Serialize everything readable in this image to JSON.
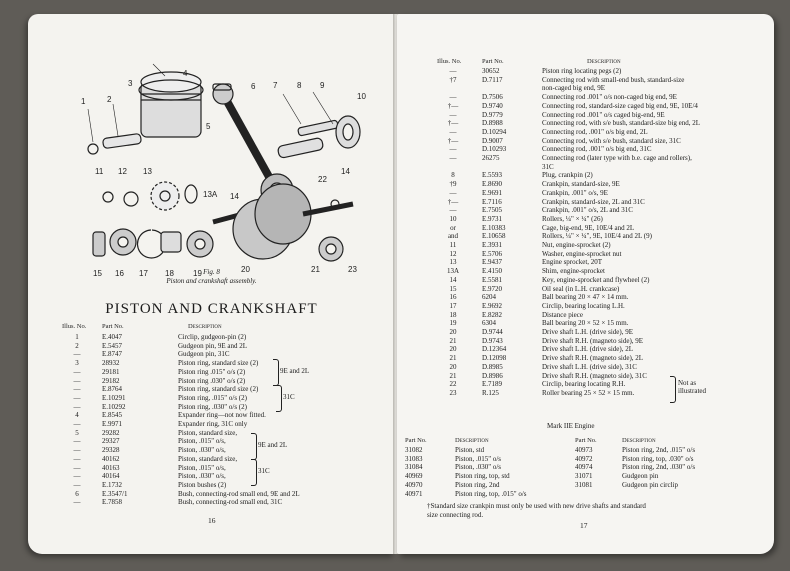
{
  "left_page": {
    "figure": {
      "caption_num": "Fig. 8",
      "caption": "Piston and crankshaft assembly.",
      "callouts": [
        "1",
        "2",
        "3",
        "4",
        "5",
        "6",
        "7",
        "8",
        "9",
        "10",
        "11",
        "12",
        "13",
        "13A",
        "14",
        "14",
        "15",
        "16",
        "17",
        "18",
        "19",
        "20",
        "21",
        "22",
        "23"
      ]
    },
    "title": "PISTON AND CRANKSHAFT",
    "headers": {
      "illus": "Illus. No.",
      "part": "Part No.",
      "desc": "Description"
    },
    "rows": [
      {
        "illus": "1",
        "part": "E.4047",
        "desc": "Circlip, gudgeon-pin (2)"
      },
      {
        "illus": "2",
        "part": "E.5457",
        "desc": "Gudgeon pin, 9E and 2L"
      },
      {
        "illus": "—",
        "part": "E.8747",
        "desc": "Gudgeon pin, 31C"
      },
      {
        "illus": "3",
        "part": "28932",
        "desc": "Piston ring, standard size (2)"
      },
      {
        "illus": "—",
        "part": "29181",
        "desc": "Piston ring .015\" o/s (2)"
      },
      {
        "illus": "—",
        "part": "29182",
        "desc": "Piston ring .030\" o/s (2)"
      },
      {
        "illus": "—",
        "part": "E.8764",
        "desc": "Piston ring, standard size (2)"
      },
      {
        "illus": "—",
        "part": "E.10291",
        "desc": "Piston ring, .015\" o/s (2)"
      },
      {
        "illus": "—",
        "part": "E.10292",
        "desc": "Piston ring, .030\" o/s (2)"
      },
      {
        "illus": "4",
        "part": "E.8545",
        "desc": "Expander ring—not now fitted."
      },
      {
        "illus": "—",
        "part": "E.9971",
        "desc": "Expander ring, 31C only"
      },
      {
        "illus": "5",
        "part": "29282",
        "desc": "Piston, standard size,"
      },
      {
        "illus": "—",
        "part": "29327",
        "desc": "Piston, .015\" o/s,"
      },
      {
        "illus": "—",
        "part": "29328",
        "desc": "Piston, .030\" o/s,"
      },
      {
        "illus": "—",
        "part": "40162",
        "desc": "Piston, standard size,"
      },
      {
        "illus": "—",
        "part": "40163",
        "desc": "Piston, .015\" o/s,"
      },
      {
        "illus": "—",
        "part": "40164",
        "desc": "Piston, .030\" o/s,"
      },
      {
        "illus": "—",
        "part": "E.1732",
        "desc": "Piston bushes (2)"
      },
      {
        "illus": "6",
        "part": "E.3547/1",
        "desc": "Bush, connecting-rod small end, 9E and 2L"
      },
      {
        "illus": "—",
        "part": "E.7858",
        "desc": "Bush, connecting-rod small end, 31C"
      }
    ],
    "braces": [
      "9E and 2L",
      "31C",
      "9E and 2L",
      "31C"
    ],
    "page_number": "16"
  },
  "right_page": {
    "headers": {
      "illus": "Illus. No.",
      "part": "Part No.",
      "desc": "Description"
    },
    "rows": [
      {
        "illus": "—",
        "part": "30652",
        "desc": "Piston ring locating pegs (2)"
      },
      {
        "illus": "†7",
        "part": "D.7117",
        "desc": "Connecting rod with small-end bush, standard-size"
      },
      {
        "illus": "",
        "part": "",
        "desc": "non-caged big end, 9E"
      },
      {
        "illus": "—",
        "part": "D.7506",
        "desc": "Connecting rod .001\" o/s non-caged big end, 9E"
      },
      {
        "illus": "†—",
        "part": "D.9740",
        "desc": "Connecting rod, standard-size caged big end, 9E, 10E/4"
      },
      {
        "illus": "—",
        "part": "D.9779",
        "desc": "Connecting rod .001\" o/s caged big-end, 9E"
      },
      {
        "illus": "†—",
        "part": "D.8988",
        "desc": "Connecting rod, with s/e bush, standard-size big end, 2L"
      },
      {
        "illus": "—",
        "part": "D.10294",
        "desc": "Connecting rod, .001\" o/s big end, 2L"
      },
      {
        "illus": "†—",
        "part": "D.9007",
        "desc": "Connecting rod, with s/e bush, standard size, 31C"
      },
      {
        "illus": "—",
        "part": "D.10293",
        "desc": "Connecting rod, .001\" o/s big end, 31C"
      },
      {
        "illus": "—",
        "part": "26275",
        "desc": "Connecting rod (later type with b.e. cage and rollers),"
      },
      {
        "illus": "",
        "part": "",
        "desc": "31C"
      },
      {
        "illus": "8",
        "part": "E.5593",
        "desc": "Plug, crankpin (2)"
      },
      {
        "illus": "†9",
        "part": "E.8690",
        "desc": "Crankpin, standard-size, 9E"
      },
      {
        "illus": "—",
        "part": "E.9691",
        "desc": "Crankpin, .001\" o/s, 9E"
      },
      {
        "illus": "†—",
        "part": "E.7116",
        "desc": "Crankpin, standard-size, 2L and 31C"
      },
      {
        "illus": "—",
        "part": "E.7505",
        "desc": "Crankpin, .001\" o/s, 2L and 31C"
      },
      {
        "illus": "10",
        "part": "E.9731",
        "desc": "Rollers, ¼\" × ¼\" (26)"
      },
      {
        "illus": "or",
        "part": "E.10383",
        "desc": "Cage, big-end, 9E, 10E/4 and 2L"
      },
      {
        "illus": "and",
        "part": "E.10658",
        "desc": "Rollers, ¼\" × ¼\", 9E, 10E/4 and 2L (9)"
      },
      {
        "illus": "11",
        "part": "E.3931",
        "desc": "Nut, engine-sprocket (2)"
      },
      {
        "illus": "12",
        "part": "E.5706",
        "desc": "Washer, engine-sprocket nut"
      },
      {
        "illus": "13",
        "part": "E.9437",
        "desc": "Engine sprocket, 20T"
      },
      {
        "illus": "13A",
        "part": "E.4150",
        "desc": "Shim, engine-sprocket"
      },
      {
        "illus": "14",
        "part": "E.5581",
        "desc": "Key, engine-sprocket and flywheel (2)"
      },
      {
        "illus": "15",
        "part": "E.9720",
        "desc": "Oil seal (in L.H. crankcase)"
      },
      {
        "illus": "16",
        "part": "6204",
        "desc": "Ball bearing 20 × 47 × 14 mm."
      },
      {
        "illus": "17",
        "part": "E.9692",
        "desc": "Circlip, bearing locating L.H."
      },
      {
        "illus": "18",
        "part": "E.8282",
        "desc": "Distance piece"
      },
      {
        "illus": "19",
        "part": "6304",
        "desc": "Ball bearing 20 × 52 × 15 mm."
      },
      {
        "illus": "20",
        "part": "D.9744",
        "desc": "Drive shaft L.H. (drive side), 9E"
      },
      {
        "illus": "21",
        "part": "D.9743",
        "desc": "Drive shaft R.H. (magneto side), 9E"
      },
      {
        "illus": "20",
        "part": "D.12364",
        "desc": "Drive shaft L.H. (drive side), 2L"
      },
      {
        "illus": "21",
        "part": "D.12098",
        "desc": "Drive shaft R.H. (magneto side), 2L"
      },
      {
        "illus": "20",
        "part": "D.8985",
        "desc": "Drive shaft L.H. (drive side), 31C"
      },
      {
        "illus": "21",
        "part": "D.8986",
        "desc": "Drive shaft R.H. (magneto side), 31C"
      },
      {
        "illus": "22",
        "part": "E.7189",
        "desc": "Circlip, bearing locating R.H."
      },
      {
        "illus": "23",
        "part": "R.125",
        "desc": "Roller bearing 25 × 52 × 15 mm."
      }
    ],
    "brace_note": [
      "Not as",
      "illustrated"
    ],
    "mark_title": "Mark IIE Engine",
    "mark_headers": {
      "part": "Part No.",
      "desc": "Description"
    },
    "mark_left": [
      {
        "part": "31082",
        "desc": "Piston, std"
      },
      {
        "part": "31083",
        "desc": "Piston, .015\" o/s"
      },
      {
        "part": "31084",
        "desc": "Piston, .030\" o/s"
      },
      {
        "part": "40969",
        "desc": "Piston ring, top, std"
      },
      {
        "part": "40970",
        "desc": "Piston ring, 2nd"
      },
      {
        "part": "40971",
        "desc": "Piston ring, top, .015\" o/s"
      }
    ],
    "mark_right": [
      {
        "part": "40973",
        "desc": "Piston ring, 2nd, .015\" o/s"
      },
      {
        "part": "40972",
        "desc": "Piston ring, top, .030\" o/s"
      },
      {
        "part": "40974",
        "desc": "Piston ring, 2nd, .030\" o/s"
      },
      {
        "part": "31071",
        "desc": "Gudgeon pin"
      },
      {
        "part": "31081",
        "desc": "Gudgeon pin circlip"
      }
    ],
    "footnote": [
      "†Standard size crankpin must only be used with new drive shafts and standard",
      "size connecting rod."
    ],
    "page_number": "17"
  }
}
